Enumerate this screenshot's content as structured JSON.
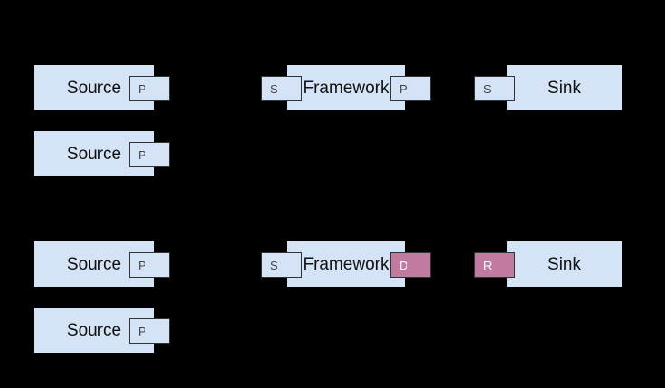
{
  "diagram": {
    "title": "",
    "background_color": "#000000",
    "node_fill": "#d4e3f5",
    "port_fill_blue": "#d4e3f5",
    "port_fill_pink": "#c27ba0",
    "port_border": "#333333",
    "groups": [
      {
        "id": "top-group",
        "rows": [
          {
            "id": "top-row-1",
            "nodes": [
              {
                "id": "source-1",
                "label": "Source",
                "ports": [
                  {
                    "id": "source-1-out",
                    "label": "P",
                    "style": "blue",
                    "side": "right"
                  }
                ]
              },
              {
                "id": "framework-1",
                "label": "Framework",
                "ports": [
                  {
                    "id": "framework-1-in",
                    "label": "S",
                    "style": "blue",
                    "side": "left"
                  },
                  {
                    "id": "framework-1-out",
                    "label": "P",
                    "style": "blue",
                    "side": "right"
                  }
                ]
              },
              {
                "id": "sink-1",
                "label": "Sink",
                "ports": [
                  {
                    "id": "sink-1-in",
                    "label": "S",
                    "style": "blue",
                    "side": "left"
                  }
                ]
              }
            ]
          },
          {
            "id": "top-row-2",
            "nodes": [
              {
                "id": "source-2",
                "label": "Source",
                "ports": [
                  {
                    "id": "source-2-out",
                    "label": "P",
                    "style": "blue",
                    "side": "right"
                  }
                ]
              }
            ]
          }
        ]
      },
      {
        "id": "bottom-group",
        "rows": [
          {
            "id": "bottom-row-1",
            "nodes": [
              {
                "id": "source-3",
                "label": "Source",
                "ports": [
                  {
                    "id": "source-3-out",
                    "label": "P",
                    "style": "blue",
                    "side": "right"
                  }
                ]
              },
              {
                "id": "framework-2",
                "label": "Framework",
                "ports": [
                  {
                    "id": "framework-2-in",
                    "label": "S",
                    "style": "blue",
                    "side": "left"
                  },
                  {
                    "id": "framework-2-out",
                    "label": "D",
                    "style": "pink",
                    "side": "right"
                  }
                ]
              },
              {
                "id": "sink-2",
                "label": "Sink",
                "ports": [
                  {
                    "id": "sink-2-in",
                    "label": "R",
                    "style": "pink",
                    "side": "left"
                  }
                ]
              }
            ]
          },
          {
            "id": "bottom-row-2",
            "nodes": [
              {
                "id": "source-4",
                "label": "Source",
                "ports": [
                  {
                    "id": "source-4-out",
                    "label": "P",
                    "style": "blue",
                    "side": "right"
                  }
                ]
              }
            ]
          }
        ]
      }
    ],
    "labels": {
      "source": "Source",
      "framework": "Framework",
      "sink": "Sink",
      "port_p": "P",
      "port_s": "S",
      "port_d": "D",
      "port_r": "R"
    }
  }
}
